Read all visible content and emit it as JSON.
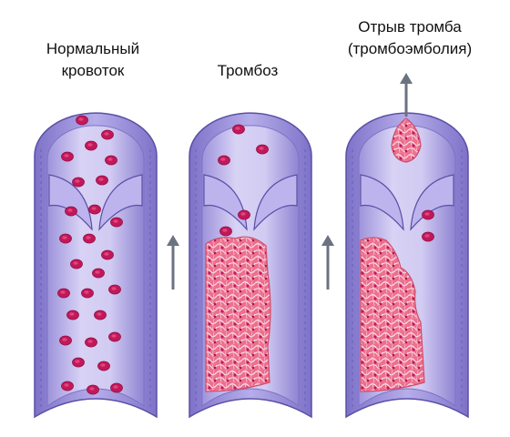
{
  "panels": [
    {
      "id": "normal",
      "label_lines": [
        "Нормальный",
        "кровоток"
      ]
    },
    {
      "id": "thrombosis",
      "label_lines": [
        "Тромбоз"
      ]
    },
    {
      "id": "embolism",
      "label_lines": [
        "Отрыв тромба",
        "(тромбоэмболия)"
      ]
    }
  ],
  "colors": {
    "vessel_wall": "#9a8fd6",
    "vessel_outline": "#5a4fa6",
    "lumen": "#cfc8f0",
    "lumen_shadow": "#8f84d2",
    "blood_cell": "#c2185b",
    "thrombus": "#e8607f",
    "arrow": "#6b7280"
  },
  "icons": [
    "flow-arrow-icon",
    "flow-arrow-icon",
    "embolus-arrow-icon"
  ]
}
